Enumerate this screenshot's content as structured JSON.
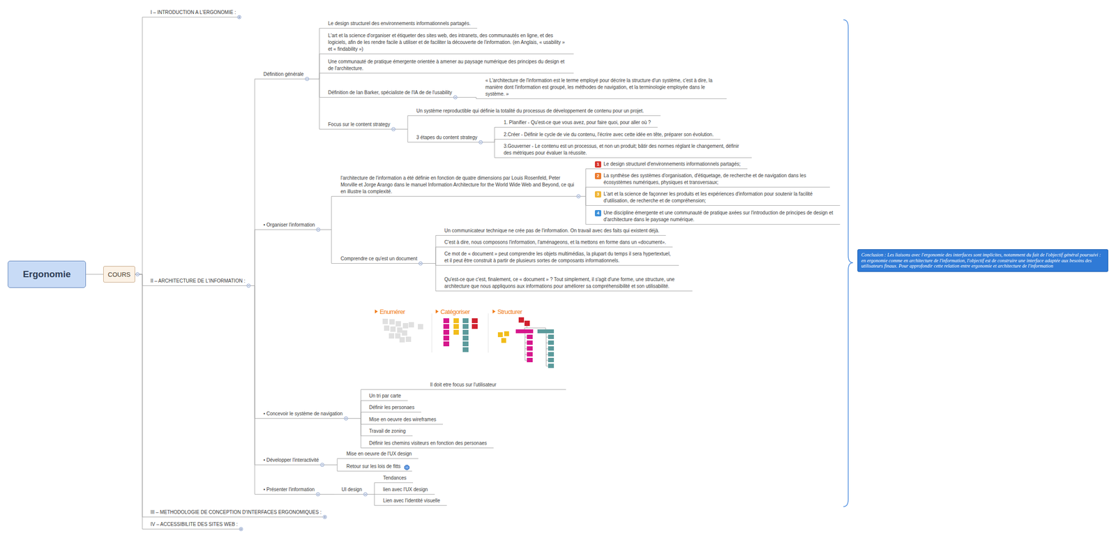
{
  "diagram": {
    "nodes": [
      {
        "text": [
          "Ergonomie"
        ]
      },
      {
        "text": [
          "COURS"
        ]
      },
      {
        "text": [
          "I – INTRODUCTION A L'ERGONOMIE :"
        ]
      },
      {
        "text": [
          "II – ARCHITECTURE DE L'INFORMATION :"
        ]
      },
      {
        "text": [
          "Définition générale"
        ]
      },
      {
        "text": [
          "Le design structurel des environnements informationnels partagés."
        ]
      },
      {
        "text": [
          "L'art et la science d'organiser et étiqueter des sites web, des intranets, des communautés en ligne, et des logiciels, afin de les rendre facile à utiliser et de faciliter la découverte de l'information. (en Anglais, « usability » et « findability »)"
        ]
      },
      {
        "text": [
          "Une communauté de pratique émergente orientée à amener au paysage numérique des principes du design et de l'architecture."
        ]
      },
      {
        "text": [
          "Définition de Ian Barker, spécialiste de l'IA de de l'usability"
        ]
      },
      {
        "text": [
          "« L'architecture de l'information est le terme employé pour décrire la structure d'un système, c'est à dire, la manière dont l'information est groupé, les méthodes de navigation, et la terminologie employée dans le système. »"
        ]
      },
      {
        "text": [
          "Focus sur le content strategy"
        ]
      },
      {
        "text": [
          "Un système reproductible qui définie la totalité du processus de développement de contenu pour un projet."
        ]
      },
      {
        "text": [
          "3 étapes du content strategy"
        ]
      },
      {
        "text": [
          "1. Planifier - Qu'est-ce que vous avez, pour faire quoi, pour aller où ?"
        ]
      },
      {
        "text": [
          "2.Créer - Définir le cycle de vie du contenu, l'écrire avec cette idée en tête, préparer son évolution."
        ]
      },
      {
        "text": [
          "3.Gouverner - Le contenu est un processus, et non un produit; bâtir des normes réglant le changement, définir des métriques pour évaluer la réussite."
        ]
      },
      {
        "text": [
          "• Organiser l'information"
        ]
      },
      {
        "text": [
          "l'architecture de l'information a été définie en fonction de quatre dimensions par Louis Rosenfeld, Peter Morville et Jorge Arango dans le manuel Information Architecture for the World Wide Web and Beyond, ce qui en illustre la complexité."
        ]
      },
      {
        "text": [
          "Le design structurel d'environnements informationnels partagés;"
        ]
      },
      {
        "text": [
          "La synthèse des systèmes d'organisation, d'étiquetage, de recherche et de navigation dans les écosystèmes numériques, physiques et transversaux;"
        ]
      },
      {
        "text": [
          "L'art et la science de façonner les produits et les expériences d'information pour soutenir la facilité d'utilisation, de recherche et de compréhension;"
        ]
      },
      {
        "text": [
          "Une discipline émergente et une communauté de pratique axées sur l'introduction de principes de design et d'architecture dans le paysage numérique."
        ]
      },
      {
        "text": [
          "Comprendre ce qu'est un document"
        ]
      },
      {
        "text": [
          "Un communicateur technique ne crée pas de l'information. On travail avec des faits qui existent déjà."
        ]
      },
      {
        "text": [
          "C'est à dire, nous composons l'information, l'aménageons, et la mettons en forme dans un «document»."
        ]
      },
      {
        "text": [
          "Ce mot de « document » peut comprendre les objets multimédias, la plupart du temps il sera hypertextuel, et il peut être construit à partir de plusieurs sortes de composants informationnels."
        ]
      },
      {
        "text": [
          "Qu'est-ce que c'est, finalement, ce « document » ? Tout simplement, il s'agit d'une forme, une structure, une architecture que nous appliquons aux informations pour améliorer sa compréhensibilité et son utilisabilité."
        ]
      },
      {
        "text": [
          "• Concevoir le système de navigation"
        ]
      },
      {
        "text": [
          "Il doit etre focus sur l'utilisateur"
        ]
      },
      {
        "text": [
          "Un tri par carte"
        ]
      },
      {
        "text": [
          "Définir les personaes"
        ]
      },
      {
        "text": [
          "Mise en oeuvre des wireframes"
        ]
      },
      {
        "text": [
          "Travail de zoning"
        ]
      },
      {
        "text": [
          "Définir les chemins visiteurs en fonction des personaes"
        ]
      },
      {
        "text": [
          "• Développer l'interactivité"
        ]
      },
      {
        "text": [
          "Mise en oeuvre de l'UX design"
        ]
      },
      {
        "text": [
          "Retour sur les lois de fitts"
        ]
      },
      {
        "text": [
          "• Présenter l'information"
        ]
      },
      {
        "text": [
          "UI design"
        ]
      },
      {
        "text": [
          "Tendances"
        ]
      },
      {
        "text": [
          "lien avec l'UX design"
        ]
      },
      {
        "text": [
          "Lien avec l'identité visuelle"
        ]
      },
      {
        "text": [
          "III – METHODOLOGIE DE CONCEPTION D'INTERFACES ERGONOMIQUES :"
        ]
      },
      {
        "text": [
          "IV – ACCESSIBILITE DES SITES WEB :"
        ]
      },
      {
        "text": [
          "Conclusion : Les liaisons avec l'ergonomie des interfaces sont implicites, notamment du fait de l'objectif général poursuivi : en ergonomie comme en architecture de l'information, l'objectif est de construire une interface adaptée aux besoins des utilisateurs finaux. Pour approfondir cette relation entre ergonomie et architecture de l'information"
        ]
      }
    ],
    "edges": [
      {
        "from": 0,
        "to": 1,
        "arrow": "none"
      },
      {
        "from": 1,
        "to": 2,
        "arrow": "none"
      },
      {
        "from": 1,
        "to": 3,
        "arrow": "none"
      },
      {
        "from": 1,
        "to": 42,
        "arrow": "none"
      },
      {
        "from": 1,
        "to": 43,
        "arrow": "none"
      },
      {
        "from": 3,
        "to": 4,
        "arrow": "none"
      },
      {
        "from": 4,
        "to": 5,
        "arrow": "none"
      },
      {
        "from": 4,
        "to": 6,
        "arrow": "none"
      },
      {
        "from": 4,
        "to": 7,
        "arrow": "none"
      },
      {
        "from": 4,
        "to": 8,
        "arrow": "none"
      },
      {
        "from": 8,
        "to": 9,
        "arrow": "none"
      },
      {
        "from": 4,
        "to": 10,
        "arrow": "none"
      },
      {
        "from": 10,
        "to": 11,
        "arrow": "none"
      },
      {
        "from": 10,
        "to": 12,
        "arrow": "none"
      },
      {
        "from": 12,
        "to": 13,
        "arrow": "none"
      },
      {
        "from": 12,
        "to": 14,
        "arrow": "none"
      },
      {
        "from": 12,
        "to": 15,
        "arrow": "none"
      },
      {
        "from": 3,
        "to": 16,
        "arrow": "none"
      },
      {
        "from": 16,
        "to": 17,
        "arrow": "none"
      },
      {
        "from": 17,
        "to": 18,
        "arrow": "none"
      },
      {
        "from": 17,
        "to": 19,
        "arrow": "none"
      },
      {
        "from": 17,
        "to": 20,
        "arrow": "none"
      },
      {
        "from": 17,
        "to": 21,
        "arrow": "none"
      },
      {
        "from": 16,
        "to": 22,
        "arrow": "none"
      },
      {
        "from": 22,
        "to": 23,
        "arrow": "none"
      },
      {
        "from": 22,
        "to": 24,
        "arrow": "none"
      },
      {
        "from": 22,
        "to": 25,
        "arrow": "none"
      },
      {
        "from": 22,
        "to": 26,
        "arrow": "none"
      },
      {
        "from": 3,
        "to": 27,
        "arrow": "none"
      },
      {
        "from": 27,
        "to": 28,
        "arrow": "none"
      },
      {
        "from": 27,
        "to": 29,
        "arrow": "none"
      },
      {
        "from": 27,
        "to": 30,
        "arrow": "none"
      },
      {
        "from": 27,
        "to": 31,
        "arrow": "none"
      },
      {
        "from": 27,
        "to": 32,
        "arrow": "none"
      },
      {
        "from": 27,
        "to": 33,
        "arrow": "none"
      },
      {
        "from": 3,
        "to": 34,
        "arrow": "none"
      },
      {
        "from": 34,
        "to": 35,
        "arrow": "none"
      },
      {
        "from": 34,
        "to": 36,
        "arrow": "none"
      },
      {
        "from": 3,
        "to": 37,
        "arrow": "none"
      },
      {
        "from": 37,
        "to": 38,
        "arrow": "none"
      },
      {
        "from": 38,
        "to": 39,
        "arrow": "none"
      },
      {
        "from": 38,
        "to": 40,
        "arrow": "none"
      },
      {
        "from": 38,
        "to": 41,
        "arrow": "none"
      }
    ],
    "labels": [
      "1",
      "2",
      "3",
      "4",
      "Enumérer",
      "Catégoriser",
      "Structurer"
    ]
  }
}
